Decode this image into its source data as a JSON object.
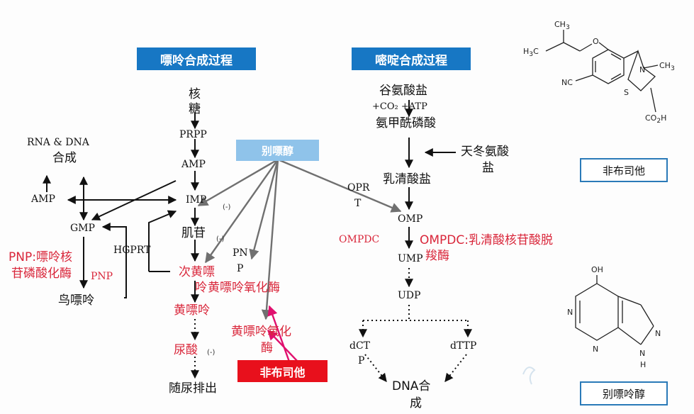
{
  "headers": {
    "purine_title": "嘌呤合成过程",
    "pyrimidine_title": "嘧啶合成过程"
  },
  "drugs": {
    "allopurinol": "别嘌醇",
    "febuxostat": "非布司他"
  },
  "purine": {
    "he1": "核",
    "he2": "糖",
    "prpp": "PRPP",
    "amp_top": "AMP",
    "imp": "IMP",
    "jigan": "肌苷",
    "cihuang1": "次黄嘌",
    "cihuang2": "呤",
    "huang": "黄嘌呤",
    "niaosuan": "尿酸",
    "excrete": "随尿排出",
    "rna1": "RNA & DNA",
    "rna2": "合成",
    "amp_left": "AMP",
    "gmp": "GMP",
    "hgprt": "HGPRT",
    "pnp_label1": "PNP:嘌呤核",
    "pnp_label2": "苷磷酸化酶",
    "pnp": "PNP",
    "guanine": "鸟嘌呤",
    "pnp_mid1": "PN",
    "pnp_mid2": "P",
    "xo1": "黄嘌呤氧化酶",
    "xo2a": "黄嘌呤氧化",
    "xo2b": "酶",
    "neg": "(-)"
  },
  "pyrimidine": {
    "glu": "谷氨酸盐",
    "co2": "+CO₂ +ATP",
    "carbamoyl": "氨甲酰磷酸",
    "asp1": "天冬氨酸",
    "asp2": "盐",
    "orotate": "乳清酸盐",
    "oprt1": "OPR",
    "oprt2": "T",
    "omp": "OMP",
    "ompdc": "OMPDC",
    "ompdc_def1": "OMPDC:乳清酸核苷酸脱",
    "ompdc_def2": "羧酶",
    "ump": "UMP",
    "udp": "UDP",
    "dctp1": "dCT",
    "dctp2": "P",
    "dttp": "dTTP",
    "dna1": "DNA合",
    "dna2": "成"
  },
  "structures": {
    "febuxostat_label": "非布司他",
    "allopurinol_label": "别嘌呤醇",
    "feb_atoms": {
      "ch3_top": "CH",
      "ch3_top_sub": "3",
      "h3c": "H",
      "h3c_sub": "3",
      "h3c_c": "C",
      "o": "O",
      "nc": "NC",
      "n": "N",
      "s": "S",
      "ch3r": "CH",
      "ch3r_sub": "3",
      "co2h": "CO",
      "co2h_sub": "2",
      "co2h_h": "H"
    },
    "allo_atoms": {
      "oh": "OH",
      "n1": "N",
      "n2": "N",
      "n3": "N",
      "nh": "N",
      "h": "H"
    }
  },
  "colors": {
    "header_bg": "#1777c4",
    "allopurinol_bg": "#8fc3ea",
    "febuxostat_bg": "#e8101c",
    "enzyme_red": "#d9263a",
    "inhibit_gray": "#707070",
    "magenta_arrow": "#e0106e"
  }
}
